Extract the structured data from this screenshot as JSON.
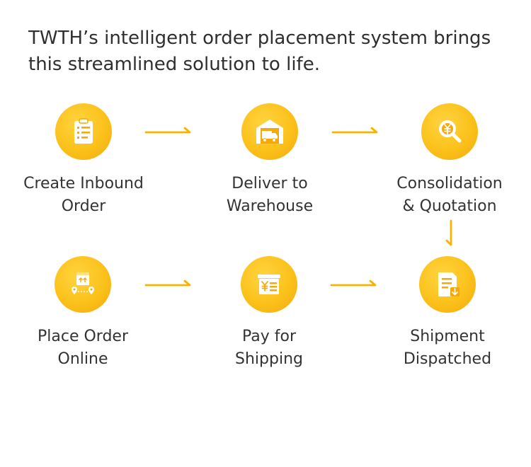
{
  "headline": {
    "line1": "TWTH’s intelligent order placement system brings",
    "line2": "this streamlined solution to life."
  },
  "colors": {
    "accent": "#fbc11b",
    "arrow": "#f5b400",
    "text": "#333333"
  },
  "steps": [
    {
      "icon": "clipboard-list-icon",
      "line1": "Create Inbound",
      "line2": "Order"
    },
    {
      "icon": "warehouse-truck-icon",
      "line1": "Deliver to",
      "line2": "Warehouse"
    },
    {
      "icon": "yen-magnifier-icon",
      "line1": "Consolidation",
      "line2": "& Quotation"
    },
    {
      "icon": "box-route-icon",
      "line1": "Place Order",
      "line2": "Online"
    },
    {
      "icon": "yen-receipt-icon",
      "line1": "Pay for",
      "line2": "Shipping"
    },
    {
      "icon": "document-download-icon",
      "line1": "Shipment",
      "line2": "Dispatched"
    }
  ]
}
